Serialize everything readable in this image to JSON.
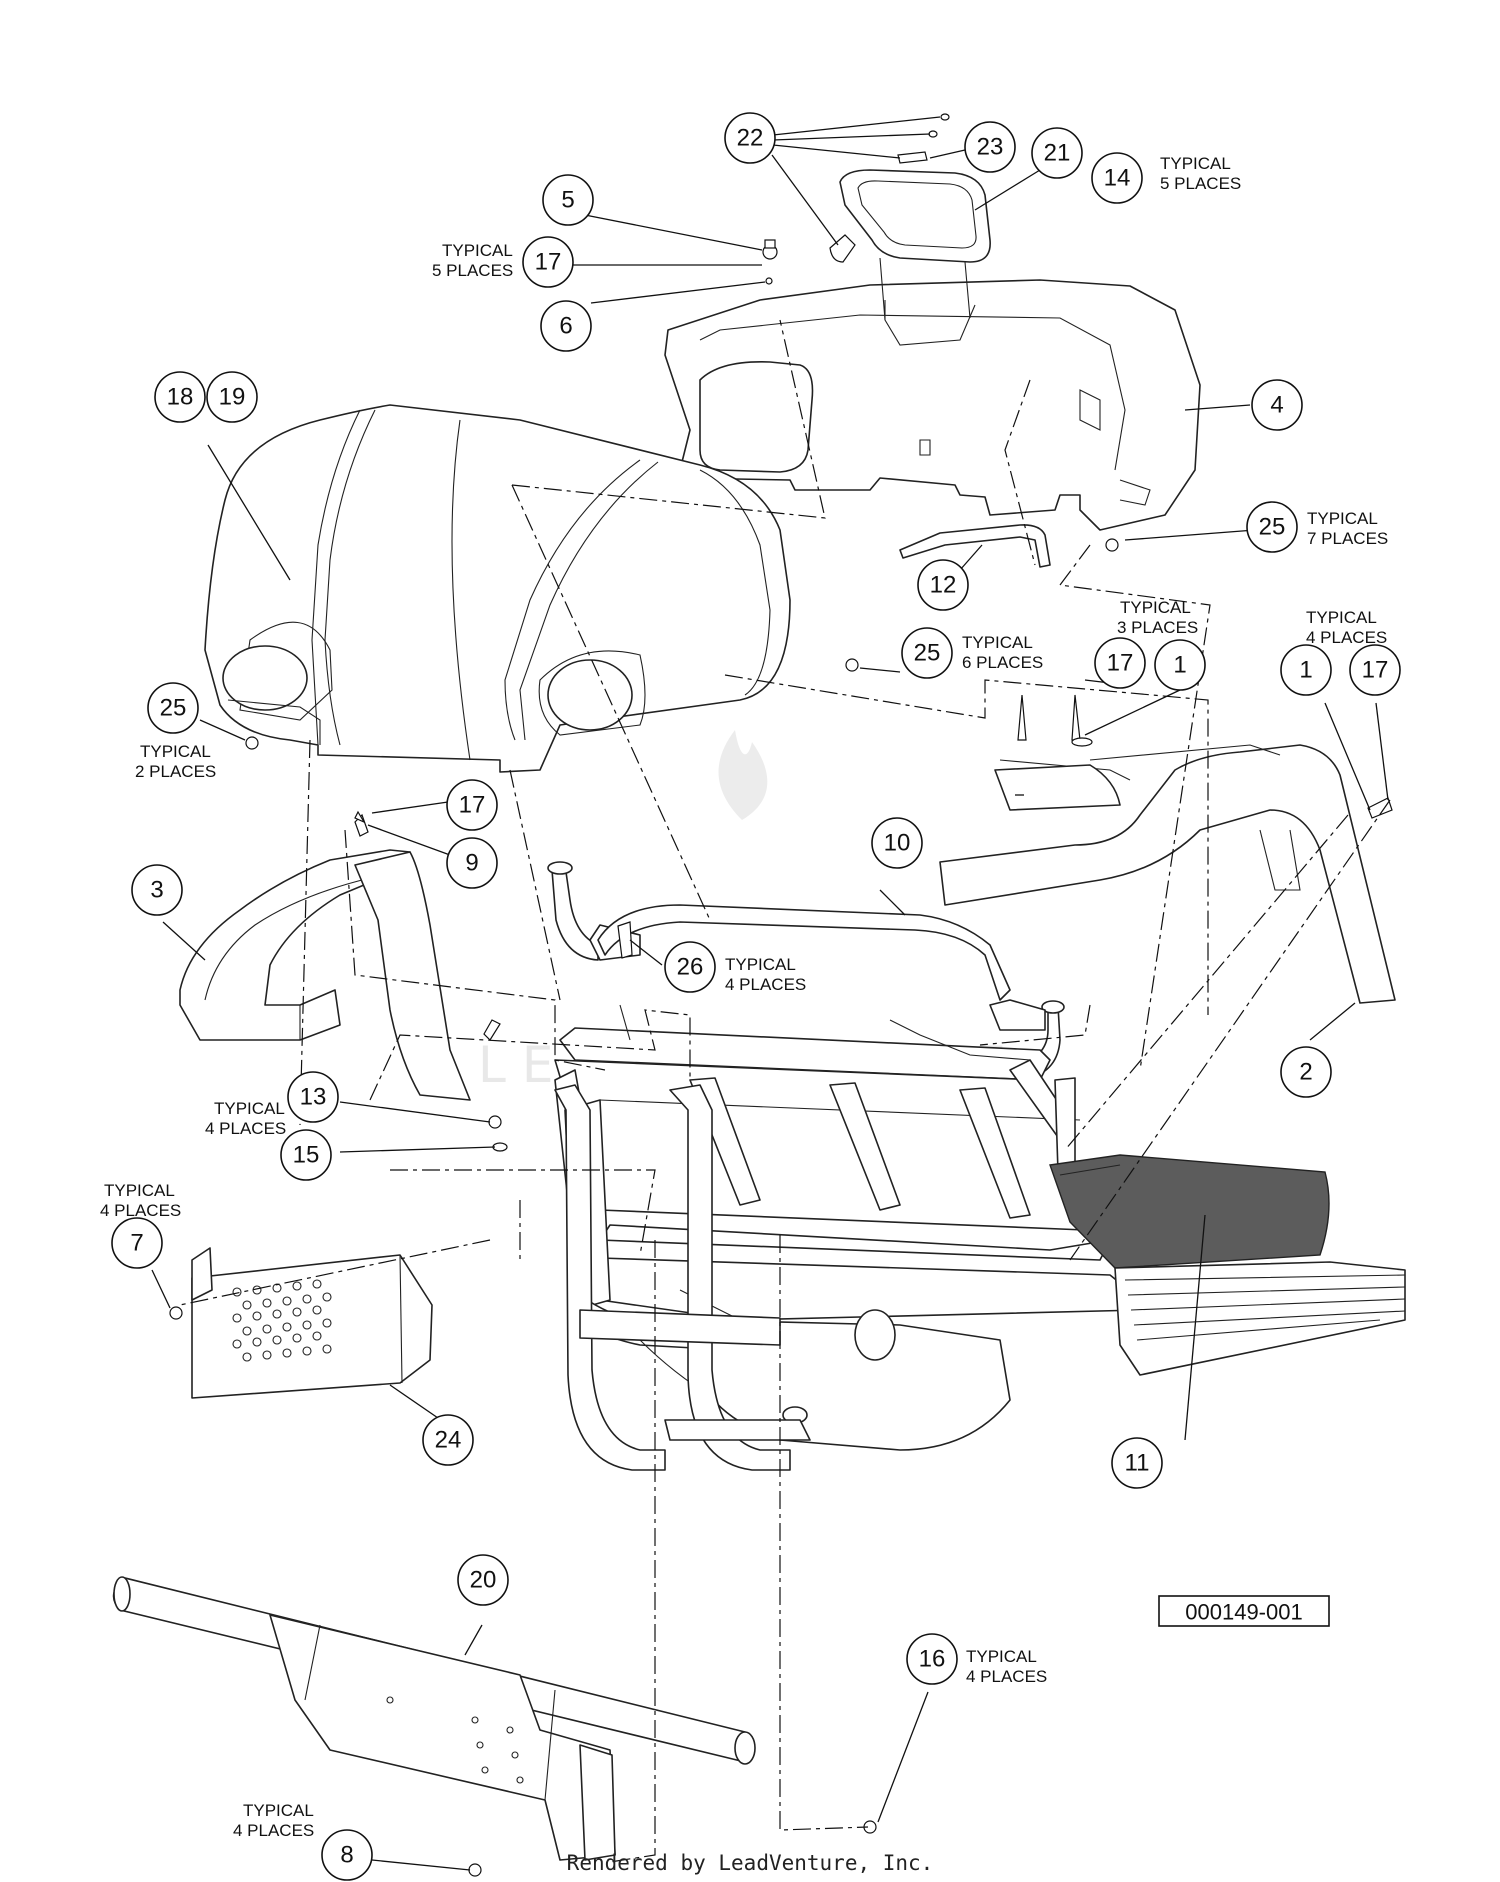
{
  "callouts": [
    {
      "label": "1"
    },
    {
      "label": "1"
    },
    {
      "label": "2"
    },
    {
      "label": "3"
    },
    {
      "label": "4"
    },
    {
      "label": "5"
    },
    {
      "label": "6"
    },
    {
      "label": "7"
    },
    {
      "label": "8"
    },
    {
      "label": "9"
    },
    {
      "label": "10"
    },
    {
      "label": "11"
    },
    {
      "label": "12"
    },
    {
      "label": "13"
    },
    {
      "label": "14"
    },
    {
      "label": "15"
    },
    {
      "label": "16"
    },
    {
      "label": "17"
    },
    {
      "label": "17"
    },
    {
      "label": "17"
    },
    {
      "label": "17"
    },
    {
      "label": "18"
    },
    {
      "label": "19"
    },
    {
      "label": "20"
    },
    {
      "label": "21"
    },
    {
      "label": "22"
    },
    {
      "label": "23"
    },
    {
      "label": "24"
    },
    {
      "label": "25"
    },
    {
      "label": "25"
    },
    {
      "label": "25"
    },
    {
      "label": "26"
    }
  ],
  "notes": {
    "typical": "TYPICAL",
    "p2": "2 PLACES",
    "p3": "3 PLACES",
    "p4": "4 PLACES",
    "p5": "5 PLACES",
    "p6": "6 PLACES",
    "p7": "7 PLACES"
  },
  "drawing_number": "000149-001",
  "footer": "Rendered by LeadVenture, Inc.",
  "watermark": "LEADVENTURE"
}
